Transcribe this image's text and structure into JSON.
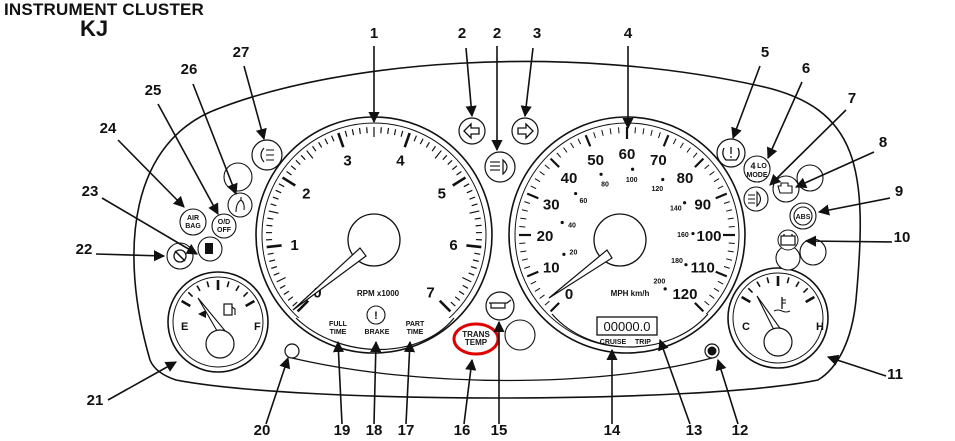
{
  "header": {
    "title": "INSTRUMENT CLUSTER",
    "subtitle": "KJ"
  },
  "tach": {
    "numbers": [
      "0",
      "1",
      "2",
      "3",
      "4",
      "5",
      "6",
      "7"
    ],
    "label": "RPM x1000"
  },
  "speedo": {
    "mph": [
      "0",
      "10",
      "20",
      "30",
      "40",
      "50",
      "60",
      "70",
      "80",
      "90",
      "100",
      "110",
      "120"
    ],
    "kmh": [
      "20",
      "40",
      "60",
      "80",
      "100",
      "120",
      "140",
      "160",
      "180",
      "200"
    ],
    "label": "MPH km/h"
  },
  "fuel": {
    "empty": "E",
    "full": "F"
  },
  "temp": {
    "cold": "C",
    "hot": "H"
  },
  "indicators": {
    "airbag": [
      "AIR",
      "BAG"
    ],
    "od_off": [
      "O/D",
      "OFF"
    ],
    "four_lo": [
      "4",
      "LO",
      "MODE"
    ],
    "abs": "ABS",
    "full_time": [
      "FULL",
      "TIME"
    ],
    "brake": "BRAKE",
    "part_time": [
      "PART",
      "TIME"
    ],
    "trans_temp": [
      "TRANS",
      "TEMP"
    ]
  },
  "odometer": {
    "reading": "00000.0",
    "cruise": "CRUISE",
    "trip": "TRIP"
  },
  "callouts": [
    "1",
    "2",
    "2",
    "3",
    "4",
    "5",
    "6",
    "7",
    "8",
    "9",
    "10",
    "11",
    "12",
    "13",
    "14",
    "15",
    "16",
    "17",
    "18",
    "19",
    "20",
    "21",
    "22",
    "23",
    "24",
    "25",
    "26",
    "27"
  ],
  "colors": {
    "line": "#111111",
    "highlight": "#e00000"
  },
  "icons": [
    "turn-left-arrow-icon",
    "turn-right-arrow-icon",
    "high-beam-icon",
    "tire-pressure-icon",
    "check-engine-icon",
    "front-fog-icon",
    "battery-icon",
    "oil-pressure-icon",
    "seatbelt-icon",
    "security-icon",
    "fuel-pump-icon",
    "coolant-temp-icon",
    "rear-fog-icon"
  ]
}
